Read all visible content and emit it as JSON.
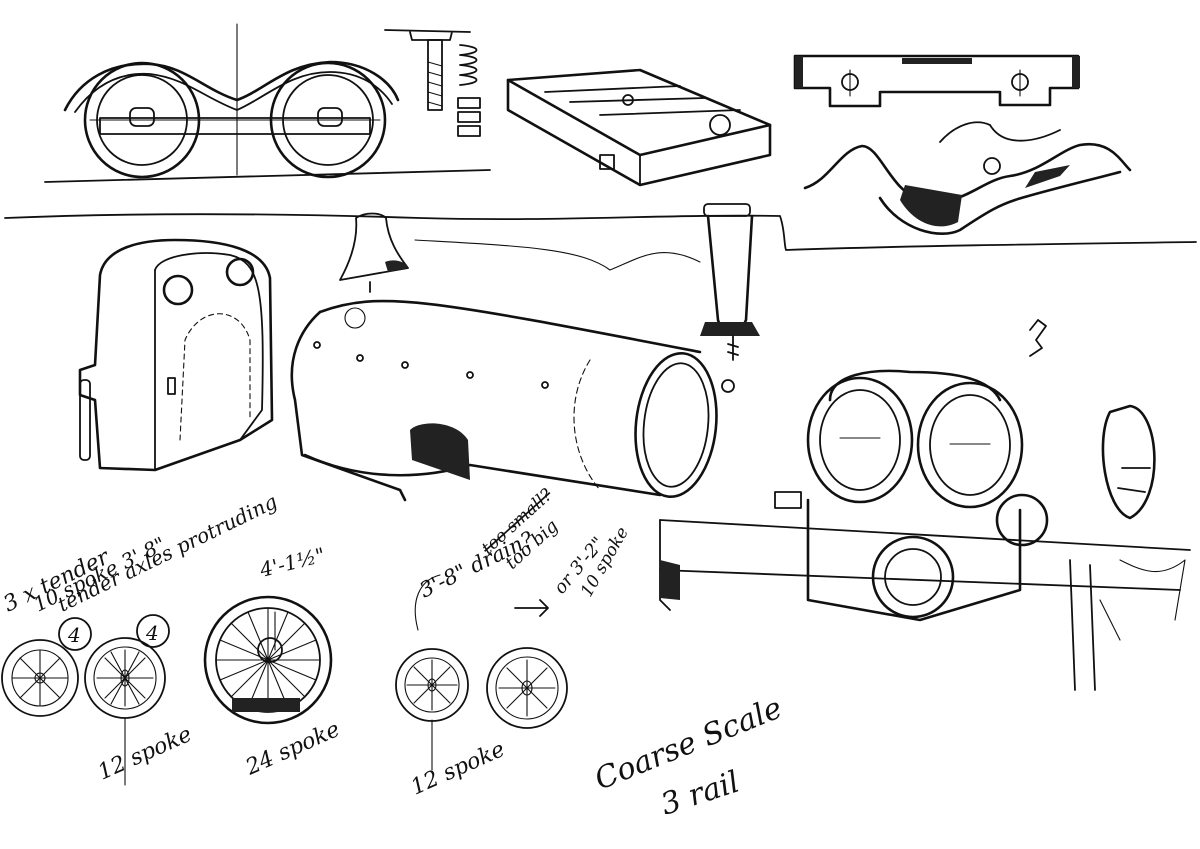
{
  "sketch": {
    "notes": {
      "tender_note_line1": "3 x tender",
      "tender_note_line2": "10 spoke 3' 8\"",
      "tender_note_line3": "tender axles protruding",
      "tender_badge_1": "4",
      "tender_badge_2": "4",
      "driver_size": "4'-1½\"",
      "driving_note_line1": "3'-8\" drain?",
      "driving_note_line2": "too small?",
      "driving_note_line3": "too big",
      "driving_note_line4": "or 3'-2\"",
      "driving_note_line5": "10 spoke",
      "label_12_spoke_a": "12 spoke",
      "label_24_spoke": "24 spoke",
      "label_12_spoke_b": "12 spoke",
      "signature_line1": "Coarse Scale",
      "signature_line2": "3 rail"
    }
  }
}
